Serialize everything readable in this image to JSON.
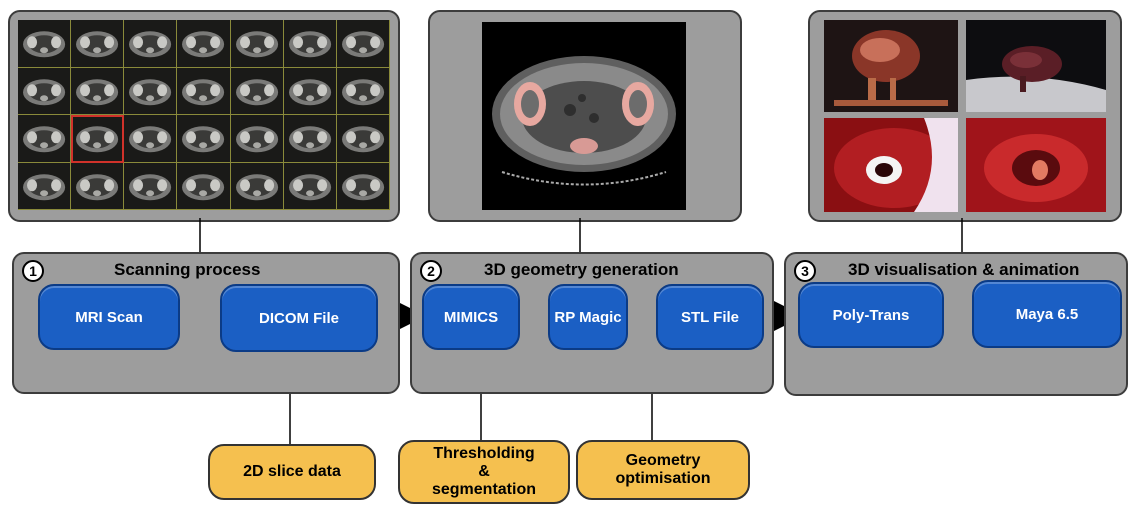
{
  "stages": [
    {
      "number": "1",
      "title": "Scanning process"
    },
    {
      "number": "2",
      "title": "3D geometry generation"
    },
    {
      "number": "3",
      "title": "3D visualisation & animation"
    }
  ],
  "nodes": {
    "mri_scan": "MRI Scan",
    "dicom_file": "DICOM File",
    "mimics": "MIMICS",
    "rp_magic": "RP Magic",
    "stl_file": "STL File",
    "poly_trans": "Poly-Trans",
    "maya": "Maya 6.5"
  },
  "notes": {
    "slice_data": "2D slice data",
    "threshold_line1": "Thresholding",
    "threshold_line2": "&",
    "threshold_line3": "segmentation",
    "geometry_line1": "Geometry",
    "geometry_line2": "optimisation"
  },
  "colors": {
    "node_fill": "#1b5fc4",
    "note_fill": "#f5c04f",
    "panel_fill": "#9d9d9d"
  }
}
